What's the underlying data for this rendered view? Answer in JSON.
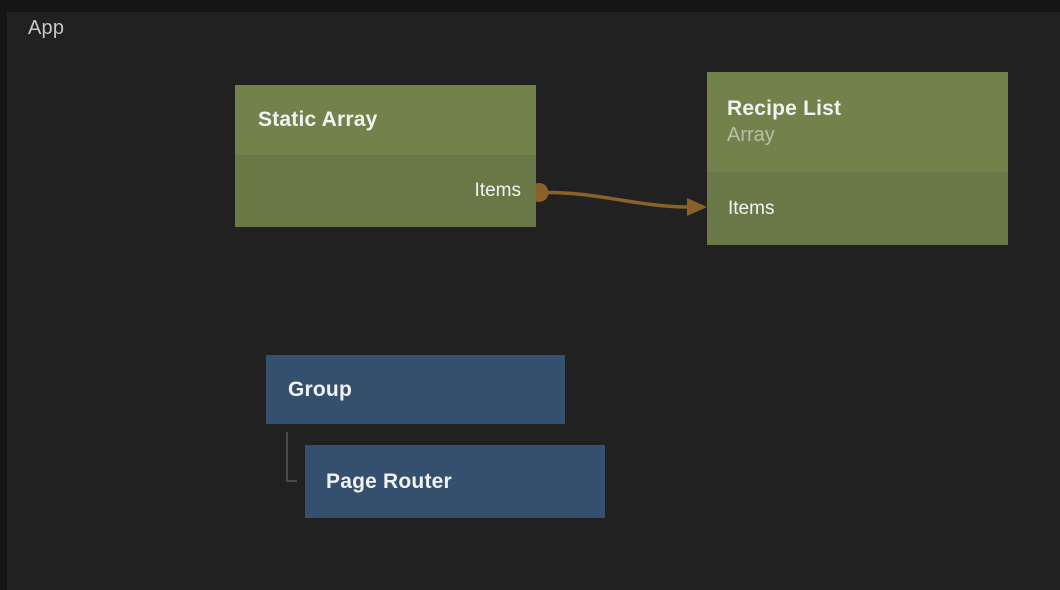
{
  "canvas": {
    "breadcrumb": "App"
  },
  "nodes": {
    "static_array": {
      "title": "Static Array",
      "output_port_label": "Items"
    },
    "recipe_list": {
      "title": "Recipe List",
      "subtitle": "Array",
      "input_port_label": "Items"
    },
    "group": {
      "title": "Group"
    },
    "page_router": {
      "title": "Page Router"
    }
  },
  "connections": {
    "items_wire": {
      "from_node": "Static Array",
      "from_port": "Items",
      "to_node": "Recipe List",
      "to_port": "Items"
    },
    "hierarchy": {
      "parent": "Group",
      "child": "Page Router"
    }
  },
  "colors": {
    "background": "#212121",
    "frame": "#151515",
    "green_node_header": "#73814a",
    "green_node_body": "#6a7847",
    "blue_node": "#34506e",
    "wire": "#8a6228",
    "tree_line": "#4a4a4a",
    "node_text": "#f2f2f2",
    "breadcrumb_text": "#c8c8c8"
  }
}
